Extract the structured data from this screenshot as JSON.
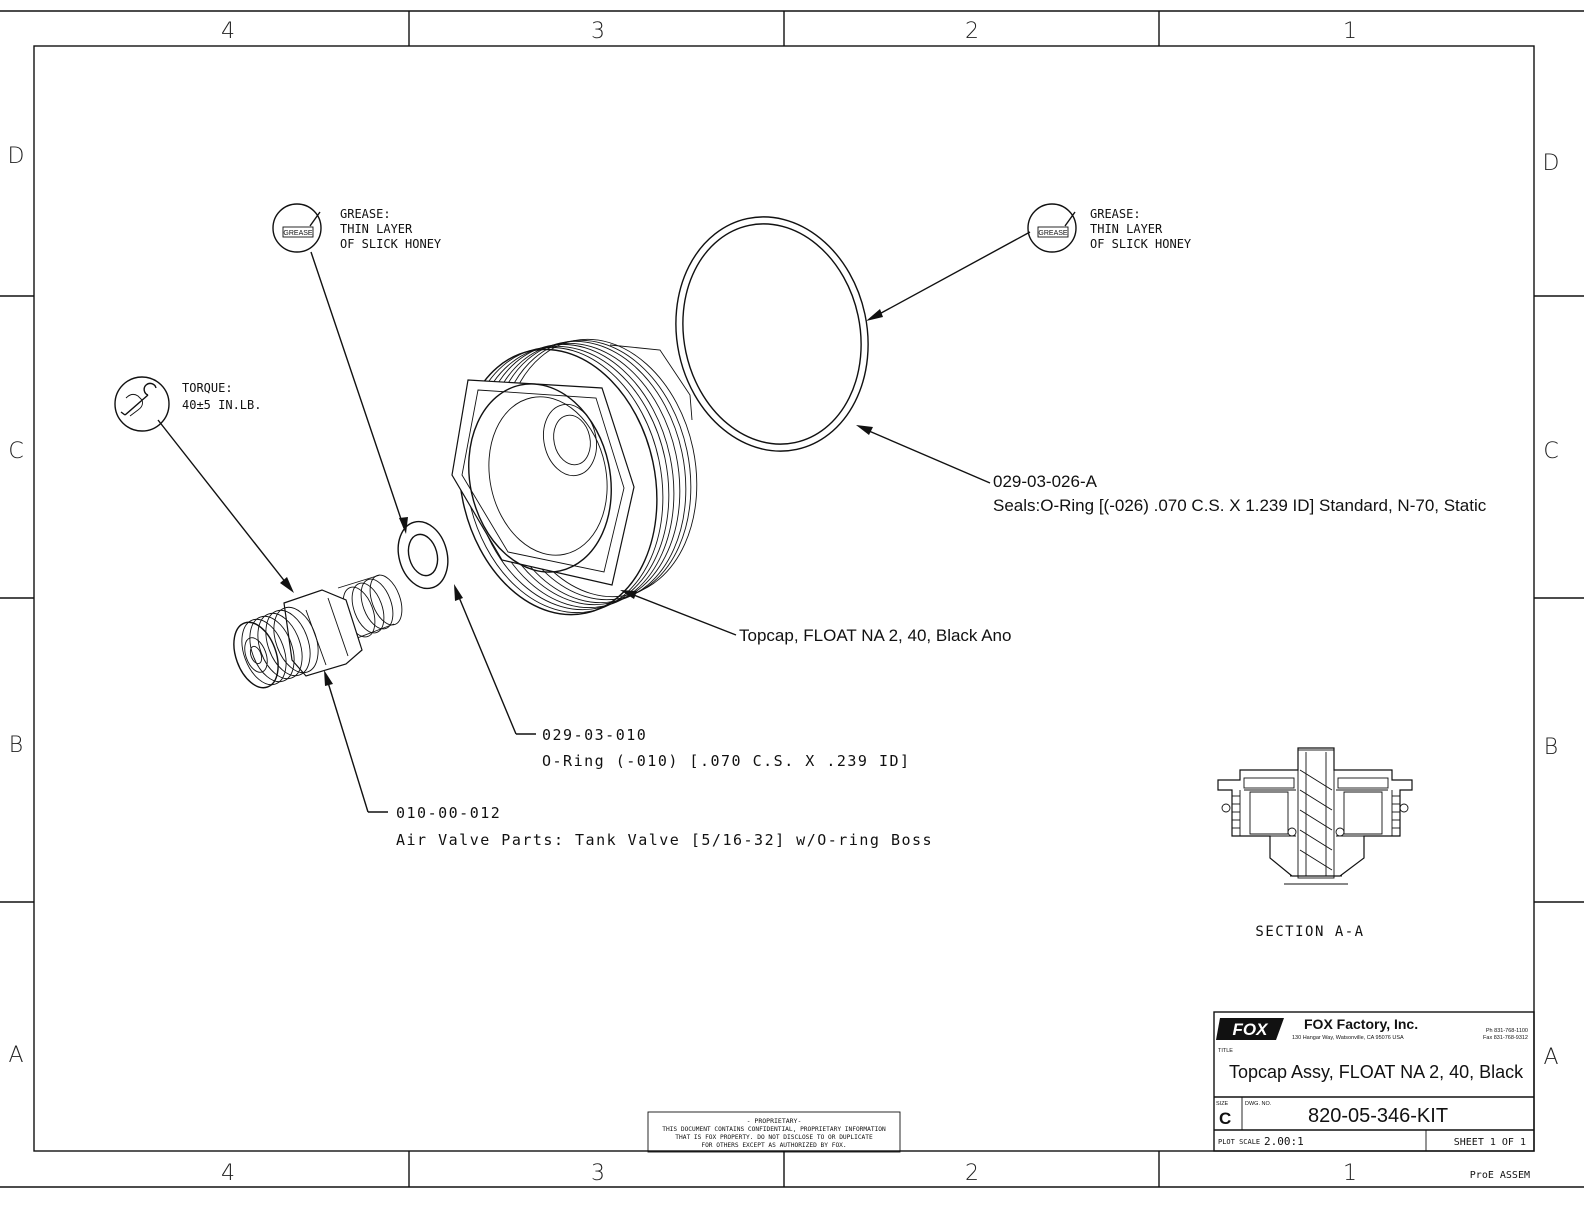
{
  "zones": {
    "columns": [
      "4",
      "3",
      "2",
      "1"
    ],
    "rows": [
      "D",
      "C",
      "B",
      "A"
    ]
  },
  "callouts": {
    "grease_left": {
      "badge": "GREASE",
      "line1": "GREASE:",
      "line2": "THIN LAYER",
      "line3": "OF SLICK HONEY"
    },
    "grease_right": {
      "badge": "GREASE",
      "line1": "GREASE:",
      "line2": "THIN LAYER",
      "line3": "OF SLICK HONEY"
    },
    "torque": {
      "line1": "TORQUE:",
      "line2": "40±5 IN.LB."
    }
  },
  "parts": {
    "oring_large": {
      "number": "029-03-026-A",
      "description": "Seals:O-Ring [(-026) .070 C.S. X 1.239 ID] Standard, N-70, Static"
    },
    "topcap": {
      "description": "Topcap, FLOAT NA 2, 40, Black Ano"
    },
    "oring_small": {
      "number": "029-03-010",
      "description": "O-Ring (-010) [.070 C.S. X .239 ID]"
    },
    "air_valve": {
      "number": "010-00-012",
      "description": "Air Valve Parts: Tank Valve [5/16-32] w/O-ring Boss"
    }
  },
  "section_label": "SECTION  A-A",
  "proprietary": {
    "heading": "- PROPRIETARY-",
    "lines": [
      "THIS DOCUMENT CONTAINS CONFIDENTIAL, PROPRIETARY INFORMATION",
      "THAT IS FOX PROPERTY.  DO NOT DISCLOSE TO OR DUPLICATE",
      "FOR OTHERS EXCEPT AS AUTHORIZED BY FOX."
    ]
  },
  "title_block": {
    "logo": "FOX",
    "company": "FOX Factory, Inc.",
    "address": "130 Hangar Way, Watsonville, CA 95076 USA",
    "phone": "Ph 831-768-1100",
    "fax": "Fax 831-768-9312",
    "title_label": "TITLE",
    "title": "Topcap Assy, FLOAT NA 2, 40, Black",
    "size_label": "SIZE",
    "size": "C",
    "dwg_label": "DWG. NO.",
    "dwg_no": "820-05-346-KIT",
    "plot_scale_label": "PLOT SCALE",
    "plot_scale": "2.00:1",
    "sheet": "SHEET 1 OF 1",
    "footer": "ProE ASSEM"
  }
}
